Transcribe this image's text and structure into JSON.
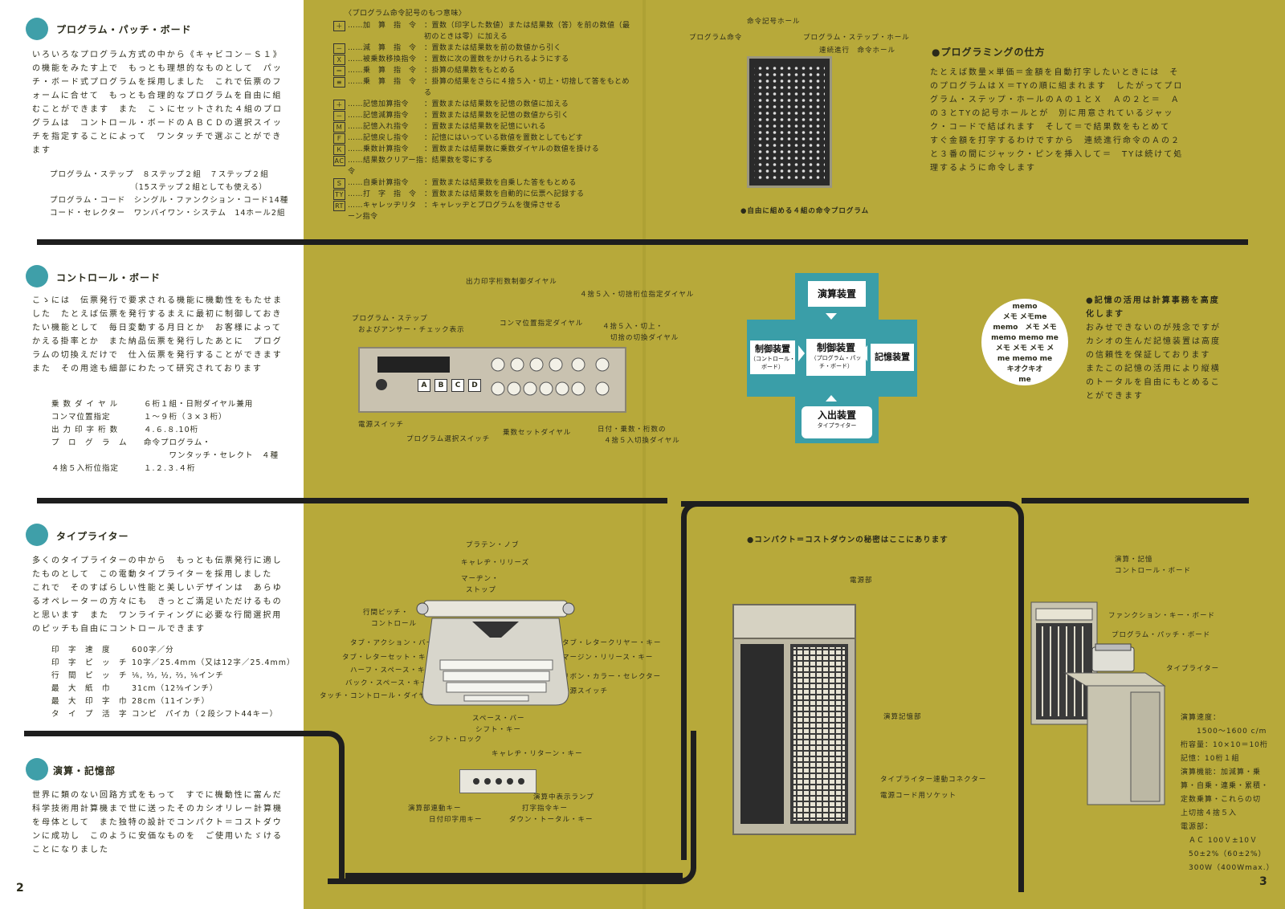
{
  "pages": {
    "left": "2",
    "right": "3"
  },
  "s1": {
    "title": "プログラム・パッチ・ボード",
    "body": "いろいろなプログラム方式の中から《キャビコン－Ｓ１》の機能をみたす上で　もっとも理想的なものとして　パッチ・ボード式プログラムを採用しました　これで伝票のフォームに合せて　もっとも合理的なプログラムを自由に組むことができます　また　こゝにセットされた４組のプログラムは　コントロール・ボードのＡＢＣＤの選択スイッチを指定することによって　ワンタッチで選ぶことができます",
    "specs": [
      "プログラム・ステップ　８ステップ２組　７ステップ２組",
      "　　　　　　　　　　（15ステップ２組としても使える）",
      "プログラム・コード　シングル・ファンクション・コード14種",
      "コード・セレクター　ワンバイワン・システム　14ホール2組"
    ]
  },
  "commands": {
    "title": "〈プログラム命令記号のもつ意味〉",
    "rows": [
      {
        "sym": "＋",
        "name": "……加　算　指　令",
        "desc": "：置数（印字した数値）または結果数（答）を前の数値（最初のときは零）に加える"
      },
      {
        "sym": "－",
        "name": "……減　算　指　令",
        "desc": "：置数または結果数を前の数値から引く"
      },
      {
        "sym": "Ｘ",
        "name": "……被乗数移換指令",
        "desc": "：置数に次の置数をかけられるようにする"
      },
      {
        "sym": "＝",
        "name": "……乗　算　指　令",
        "desc": "：掛算の結果数をもとめる"
      },
      {
        "sym": "≡",
        "name": "……乗　算　指　令",
        "desc": "：掛算の結果をさらに４捨５入・切上・切捨して答をもとめる"
      },
      {
        "sym": "＋",
        "name": "……記憶加算指令",
        "desc": "：置数または結果数を記憶の数値に加える"
      },
      {
        "sym": "－",
        "name": "……記憶減算指令",
        "desc": "：置数または結果数を記憶の数値から引く"
      },
      {
        "sym": "Ｍ",
        "name": "……記憶入れ指令",
        "desc": "：置数または結果数を記憶にいれる"
      },
      {
        "sym": "Ｆ",
        "name": "……記憶戻し指令",
        "desc": "：記憶にはいっている数値を置数としてもどす"
      },
      {
        "sym": "Ｋ",
        "name": "……乗数計算指令",
        "desc": "：置数または結果数に乗数ダイヤルの数値を掛ける"
      },
      {
        "sym": "AC",
        "name": "……結果数クリアー指令",
        "desc": "：結果数を零にする"
      },
      {
        "sym": "Ｓ",
        "name": "……自乗計算指令",
        "desc": "：置数または結果数を自乗した答をもとめる"
      },
      {
        "sym": "TY",
        "name": "……打　字　指　令",
        "desc": "：置数または結果数を自動的に伝票へ記録する"
      },
      {
        "sym": "RT",
        "name": "……キャレッヂリターン指令",
        "desc": "：キャレッヂとプログラムを復帰させる"
      }
    ]
  },
  "patch_labels": {
    "hole": "命令記号ホール",
    "program": "プログラム命令",
    "step": "プログラム・ステップ・ホール",
    "cont": "連続進行　命令ホール",
    "caption": "●自由に組める４組の命令プログラム"
  },
  "programming": {
    "title": "●プログラミングの仕方",
    "body": "たとえば数量×単価＝金額を自動打字したいときには　そのプログラムはＸ＝TYの順に組まれます　したがってプログラム・ステップ・ホールのＡの１とＸ　Ａの２と＝　Ａの３とTYの記号ホールとが　別に用意されているジャック・コードで結ばれます　そして＝で結果数をもとめて　すぐ金額を打字するわけですから　連続進行命令のＡの２と３番の間にジャック・ピンを挿入して＝　TYは続けて処理するように命令します"
  },
  "s2": {
    "title": "コントロール・ボード",
    "body": "こゝには　伝票発行で要求される機能に機動性をもたせました　たとえば伝票を発行するまえに最初に制御しておきたい機能として　毎日変動する月日とか　お客様によってかえる掛率とか　また納品伝票を発行したあとに　プログラムの切換えだけで　仕入伝票を発行することができます　また　その用途も細部にわたって研究されております",
    "specs": [
      {
        "k": "乗 数 ダ イ ヤ ル",
        "v": "６桁１組・日附ダイヤル兼用"
      },
      {
        "k": "コンマ位置指定",
        "v": "１～９桁（３×３桁）"
      },
      {
        "k": "出 力 印 字 桁 数",
        "v": "４.６.８.10桁"
      },
      {
        "k": "プ　ロ　グ　ラ　ム",
        "v": "命令プログラム・"
      },
      {
        "k": "",
        "v": "　　　ワンタッチ・セレクト　４種"
      },
      {
        "k": "４捨５入桁位指定",
        "v": "１.２.３.４桁"
      }
    ],
    "labels": {
      "digits": "出力印字桁数制御ダイヤル",
      "round_dial": "４捨５入・切捨桁位指定ダイヤル",
      "comma": "コンマ位置指定ダイヤル",
      "step": "プログラム・ステップ",
      "step2": "およびアンサー・チェック表示",
      "updown": "４捨５入・切上・",
      "updown2": "切捨の切換ダイヤル",
      "power": "電源スイッチ",
      "select": "プログラム選択スイッチ",
      "mult": "乗数セットダイヤル",
      "date": "日付・乗数・桁数の",
      "date2": "４捨５入切換ダイヤル",
      "abcd": [
        "A",
        "B",
        "C",
        "D"
      ]
    }
  },
  "diagram": {
    "top": "演算装置",
    "left": "制御装置",
    "left_sub": "（コントロール・ボード）",
    "center": "制御装置",
    "center_sub": "（プログラム・パッチ・ボード）",
    "right": "記憶装置",
    "bottom": "入出装置",
    "bottom_sub": "タイプライター"
  },
  "memo": {
    "lines": [
      "memo",
      "メモ メモme",
      "memo　メモ メモ",
      "memo memo me",
      "メモ メモ メモ メ",
      "me memo me",
      "キオクキオ",
      "me"
    ]
  },
  "memory": {
    "title": "●記憶の活用は計算事務を高度化します",
    "body": "おみせできないのが残念ですがカシオの生んだ記憶装置は高度の信頼性を保証しております　またこの記憶の活用により縦横のトータルを自由にもとめることができます"
  },
  "s3": {
    "title": "タイプライター",
    "body": "多くのタイプライターの中から　もっとも伝票発行に適したものとして　この電動タイプライターを採用しました　これで　そのすばらしい性能と美しいデザインは　あらゆるオペレーターの方々にも　きっとご満足いただけるものと思います　また　ワンライティングに必要な行間選択用のピッチも自由にコントロールできます",
    "specs": [
      {
        "k": "印　字　速　度",
        "v": "600字／分"
      },
      {
        "k": "印　字　ピ　ッ　チ",
        "v": "10字／25.4mm（又は12字／25.4mm）"
      },
      {
        "k": "行　間　ピ　ッ　チ",
        "v": "⅙, ⅓, ½, ⅔, ⅙インチ"
      },
      {
        "k": "最　大　紙　巾",
        "v": "31cm（12⅜インチ）"
      },
      {
        "k": "最　大　印　字　巾",
        "v": "28cm（11インチ）"
      },
      {
        "k": "タ　イ　プ　活　字",
        "v": "コンピ　パイカ（２段シフト44キー）"
      }
    ],
    "labels": {
      "platen": "プラテン・ノブ",
      "release": "キャレヂ・リリーズ",
      "margin": "マーヂン・",
      "margin2": "ストップ",
      "line": "行間ピッチ・",
      "line2": "コントロール",
      "tabaction": "タブ・アクション・バー",
      "tabset": "タブ・レターセット・キー",
      "half": "ハーフ・スペース・キー",
      "back": "バック・スペース・キー",
      "touch": "タッチ・コントロール・ダイヤル",
      "tabclear": "タブ・レタークリヤー・キー",
      "marginrel": "マージン・リリース・キー",
      "ribbon": "リボン・カラー・セレクター",
      "power": "電源スイッチ",
      "space": "スペース・バー",
      "shift": "シフト・キー",
      "shiftlock": "シフト・ロック",
      "carriage": "キャレヂ・リターン・キー"
    }
  },
  "keys": {
    "lamp": "演算中表示ランプ",
    "link": "演算部連動キー",
    "type": "打字指令キー",
    "date": "日付印字用キー",
    "down": "ダウン・トータル・キー"
  },
  "s4": {
    "title": "演算・記憶部",
    "body": "世界に類のない回路方式をもって　すでに機動性に富んだ科学技術用計算機まで世に送ったそのカシオリレー計算機を母体として　また独特の設計でコンパクト＝コストダウンに成功し　このように安価なものを　ご使用いたゞけることになりました"
  },
  "compact": {
    "title": "●コンパクト＝コストダウンの秘密はここにあります",
    "power": "電源部",
    "calc": "演算記憶部",
    "conn": "タイプライター連動コネクター",
    "socket": "電源コード用ソケット"
  },
  "full": {
    "l1": "演算・記憶",
    "l2": "コントロール・ボード",
    "l3": "ファンクション・キー・ボード",
    "l4": "プログラム・パッチ・ボード",
    "l5": "タイプライター",
    "specs": [
      "演算速度：",
      "　　1500～1600 c/m",
      "桁容量：10×10＝10桁",
      "記憶：10桁１組",
      "演算機能：加減算・乗",
      "算・自乗・連乗・累積・",
      "定数乗算・これらの切",
      "上切捨４捨５入",
      "電源部：",
      "　ＡＣ 100Ｖ±10Ｖ",
      "　50±2%（60±2%）",
      "　300W（400Wmax.）"
    ]
  }
}
